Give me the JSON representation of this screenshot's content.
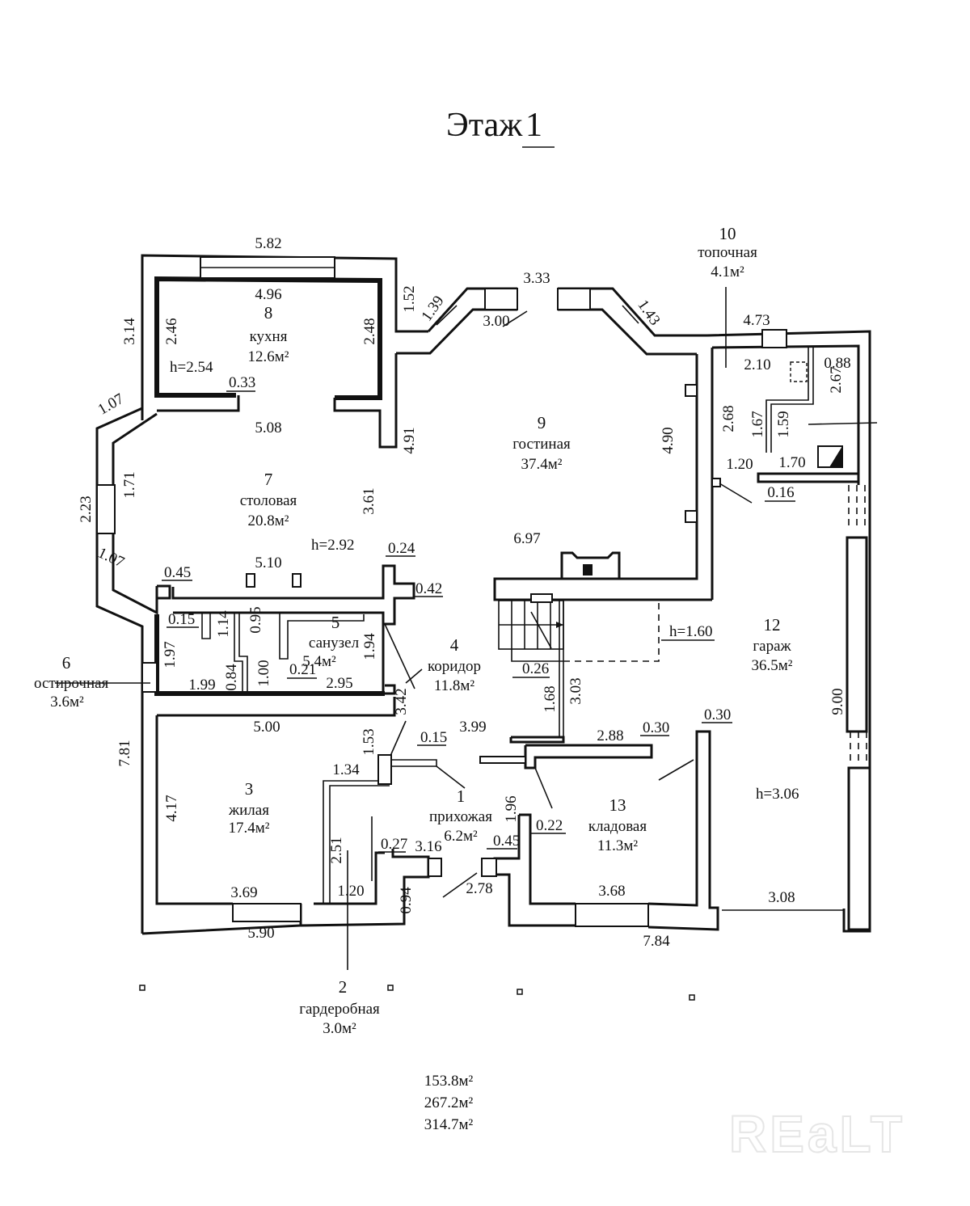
{
  "title": {
    "prefix": "Этаж",
    "floor": "1"
  },
  "rooms": [
    {
      "no": "1",
      "name": "прихожая",
      "area": "6.2м²"
    },
    {
      "no": "2",
      "name": "гардеробная",
      "area": "3.0м²"
    },
    {
      "no": "3",
      "name": "жилая",
      "area": "17.4м²"
    },
    {
      "no": "4",
      "name": "коридор",
      "area": "11.8м²"
    },
    {
      "no": "5",
      "name": "санузел",
      "area": "5.4м²"
    },
    {
      "no": "6",
      "name": "остирочная",
      "area": "3.6м²"
    },
    {
      "no": "7",
      "name": "столовая",
      "area": "20.8м²"
    },
    {
      "no": "8",
      "name": "кухня",
      "area": "12.6м²"
    },
    {
      "no": "9",
      "name": "гостиная",
      "area": "37.4м²"
    },
    {
      "no": "10",
      "name": "топочная",
      "area": "4.1м²"
    },
    {
      "no": "12",
      "name": "гараж",
      "area": "36.5м²"
    },
    {
      "no": "13",
      "name": "кладовая",
      "area": "11.3м²"
    }
  ],
  "heights": {
    "kitchen": "h=2.54",
    "dining": "h=2.92",
    "stair_under": "h=1.60",
    "garage": "h=3.06"
  },
  "dimensions": {
    "kitchen_outer_top": "5.82",
    "kitchen_inner_top": "4.96",
    "kitchen_left": "2.46",
    "kitchen_right": "2.48",
    "kitchen_outer_left": "3.14",
    "kitchen_opening": "0.33",
    "bay_left_1": "1.52",
    "bay_left_2": "1.39",
    "bay_top_outer": "3.33",
    "bay_top_inner": "3.00",
    "bay_right": "1.43",
    "boiler_outer_top": "4.73",
    "boiler_top": "2.10",
    "boiler_niche": "0.88",
    "boiler_left": "2.68",
    "boiler_right": "2.67",
    "boiler_wall_a": "1.67",
    "boiler_wall_b": "1.59",
    "boiler_door": "1.20",
    "boiler_bottom": "1.70",
    "boiler_wall_thk": "0.16",
    "dining_top": "5.08",
    "dining_bay_top": "1.07",
    "dining_bay_mid_outer": "2.23",
    "dining_bay_mid_inner": "1.71",
    "dining_bay_bottom": "1.07",
    "dining_right": "3.61",
    "living_left": "4.91",
    "living_right": "4.90",
    "living_bottom": "6.97",
    "dining_bottom": "5.10",
    "col_024": "0.24",
    "wall_045": "0.45",
    "wall_042": "0.42",
    "wall_015a": "0.15",
    "laundry_h": "1.97",
    "laundry_w": "1.99",
    "bath_114": "1.14",
    "bath_095": "0.95",
    "bath_084": "0.84",
    "bath_100": "1.00",
    "bath_021": "0.21",
    "bath_w": "2.95",
    "bath_h": "1.94",
    "corridor_342": "3.42",
    "stair_026": "0.26",
    "stair_168": "1.68",
    "stair_303": "3.03",
    "corridor_399": "3.99",
    "wall_015b": "0.15",
    "storage_top": "2.88",
    "storage_wall": "0.30",
    "garage_wall": "0.30",
    "garage_len": "9.00",
    "garage_bottom": "3.08",
    "living3_top": "5.00",
    "living3_left": "4.17",
    "left_outer": "7.81",
    "wardrobe_153": "1.53",
    "wardrobe_134": "1.34",
    "wardrobe_251": "2.51",
    "wardrobe_120": "1.20",
    "living3_bottom": "3.69",
    "living3_outer_bottom": "5.90",
    "hall_027": "0.27",
    "hall_316": "3.16",
    "hall_094": "0.94",
    "hall_196": "1.96",
    "hall_045": "0.45",
    "hall_022": "0.22",
    "hall_278": "2.78",
    "storage_bottom": "3.68",
    "storage_outer_bottom": "7.84"
  },
  "totals": [
    "153.8м²",
    "267.2м²",
    "314.7м²"
  ],
  "watermark": "REaLT"
}
